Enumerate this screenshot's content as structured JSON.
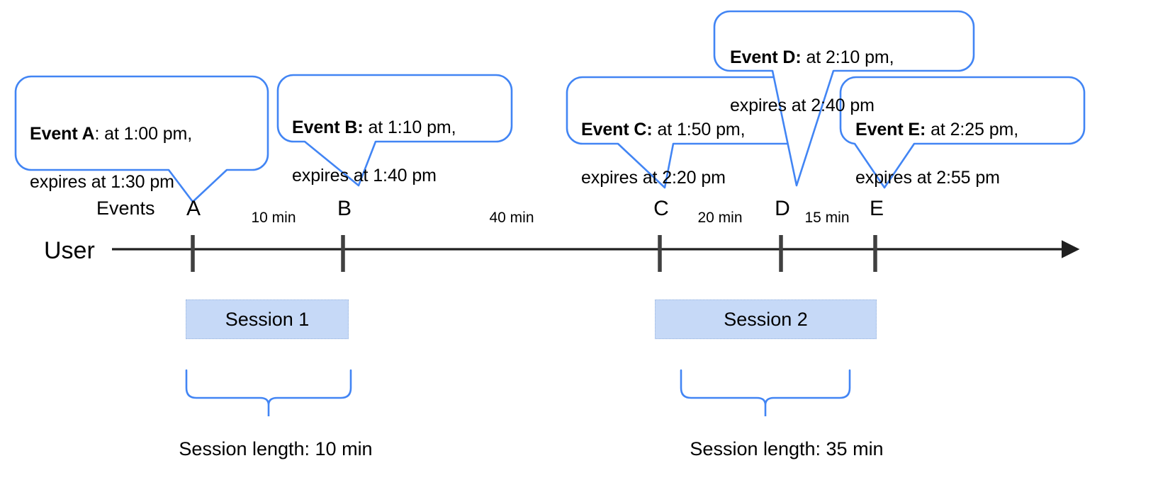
{
  "diagram": {
    "title": "User events and session timeline",
    "colors": {
      "callout_border": "#4285F4",
      "brace": "#4285F4",
      "session_fill": "#C6D9F7",
      "session_border": "#9BB7E0",
      "axis": "#202020",
      "tick": "#404040",
      "text": "#000000"
    }
  },
  "axis": {
    "row_label": "User",
    "events_label": "Events"
  },
  "callouts": [
    {
      "id": "callout-event-a",
      "event": "Event A",
      "separator": ": ",
      "bold_includes_colon": false,
      "line1_rest": "at 1:00 pm,",
      "line2": "expires at 1:30 pm",
      "full_text": "Event A: at 1:00 pm, expires at 1:30 pm"
    },
    {
      "id": "callout-event-b",
      "event": "Event B:",
      "separator": " ",
      "bold_includes_colon": true,
      "line1_rest": "at 1:10 pm,",
      "line2": "expires at 1:40 pm",
      "full_text": "Event B: at 1:10 pm, expires at 1:40 pm"
    },
    {
      "id": "callout-event-c",
      "event": "Event C:",
      "separator": " ",
      "bold_includes_colon": true,
      "line1_rest": "at 1:50 pm,",
      "line2": "expires at 2:20 pm",
      "full_text": "Event C: at 1:50 pm, expires at 2:20 pm"
    },
    {
      "id": "callout-event-d",
      "event": "Event D:",
      "separator": " ",
      "bold_includes_colon": true,
      "line1_rest": "at 2:10 pm,",
      "line2": "expires at 2:40 pm",
      "full_text": "Event D: at 2:10 pm, expires at 2:40 pm"
    },
    {
      "id": "callout-event-e",
      "event": "Event E:",
      "separator": " ",
      "bold_includes_colon": true,
      "line1_rest": "at 2:25 pm,",
      "line2": "expires at 2:55 pm",
      "full_text": "Event E: at 2:25 pm, expires at 2:55 pm"
    }
  ],
  "events": [
    {
      "label": "A",
      "time": "1:00 pm",
      "expires": "1:30 pm"
    },
    {
      "label": "B",
      "time": "1:10 pm",
      "expires": "1:40 pm"
    },
    {
      "label": "C",
      "time": "1:50 pm",
      "expires": "2:20 pm"
    },
    {
      "label": "D",
      "time": "2:10 pm",
      "expires": "2:40 pm"
    },
    {
      "label": "E",
      "time": "2:25 pm",
      "expires": "2:55 pm"
    }
  ],
  "gaps": [
    {
      "from": "A",
      "to": "B",
      "label": "10 min"
    },
    {
      "from": "B",
      "to": "C",
      "label": "40 min"
    },
    {
      "from": "C",
      "to": "D",
      "label": "20 min"
    },
    {
      "from": "D",
      "to": "E",
      "label": "15 min"
    }
  ],
  "sessions": [
    {
      "name": "Session 1",
      "length_caption": "Session length: 10 min",
      "events": [
        "A",
        "B"
      ]
    },
    {
      "name": "Session 2",
      "length_caption": "Session length: 35 min",
      "events": [
        "C",
        "D",
        "E"
      ]
    }
  ]
}
